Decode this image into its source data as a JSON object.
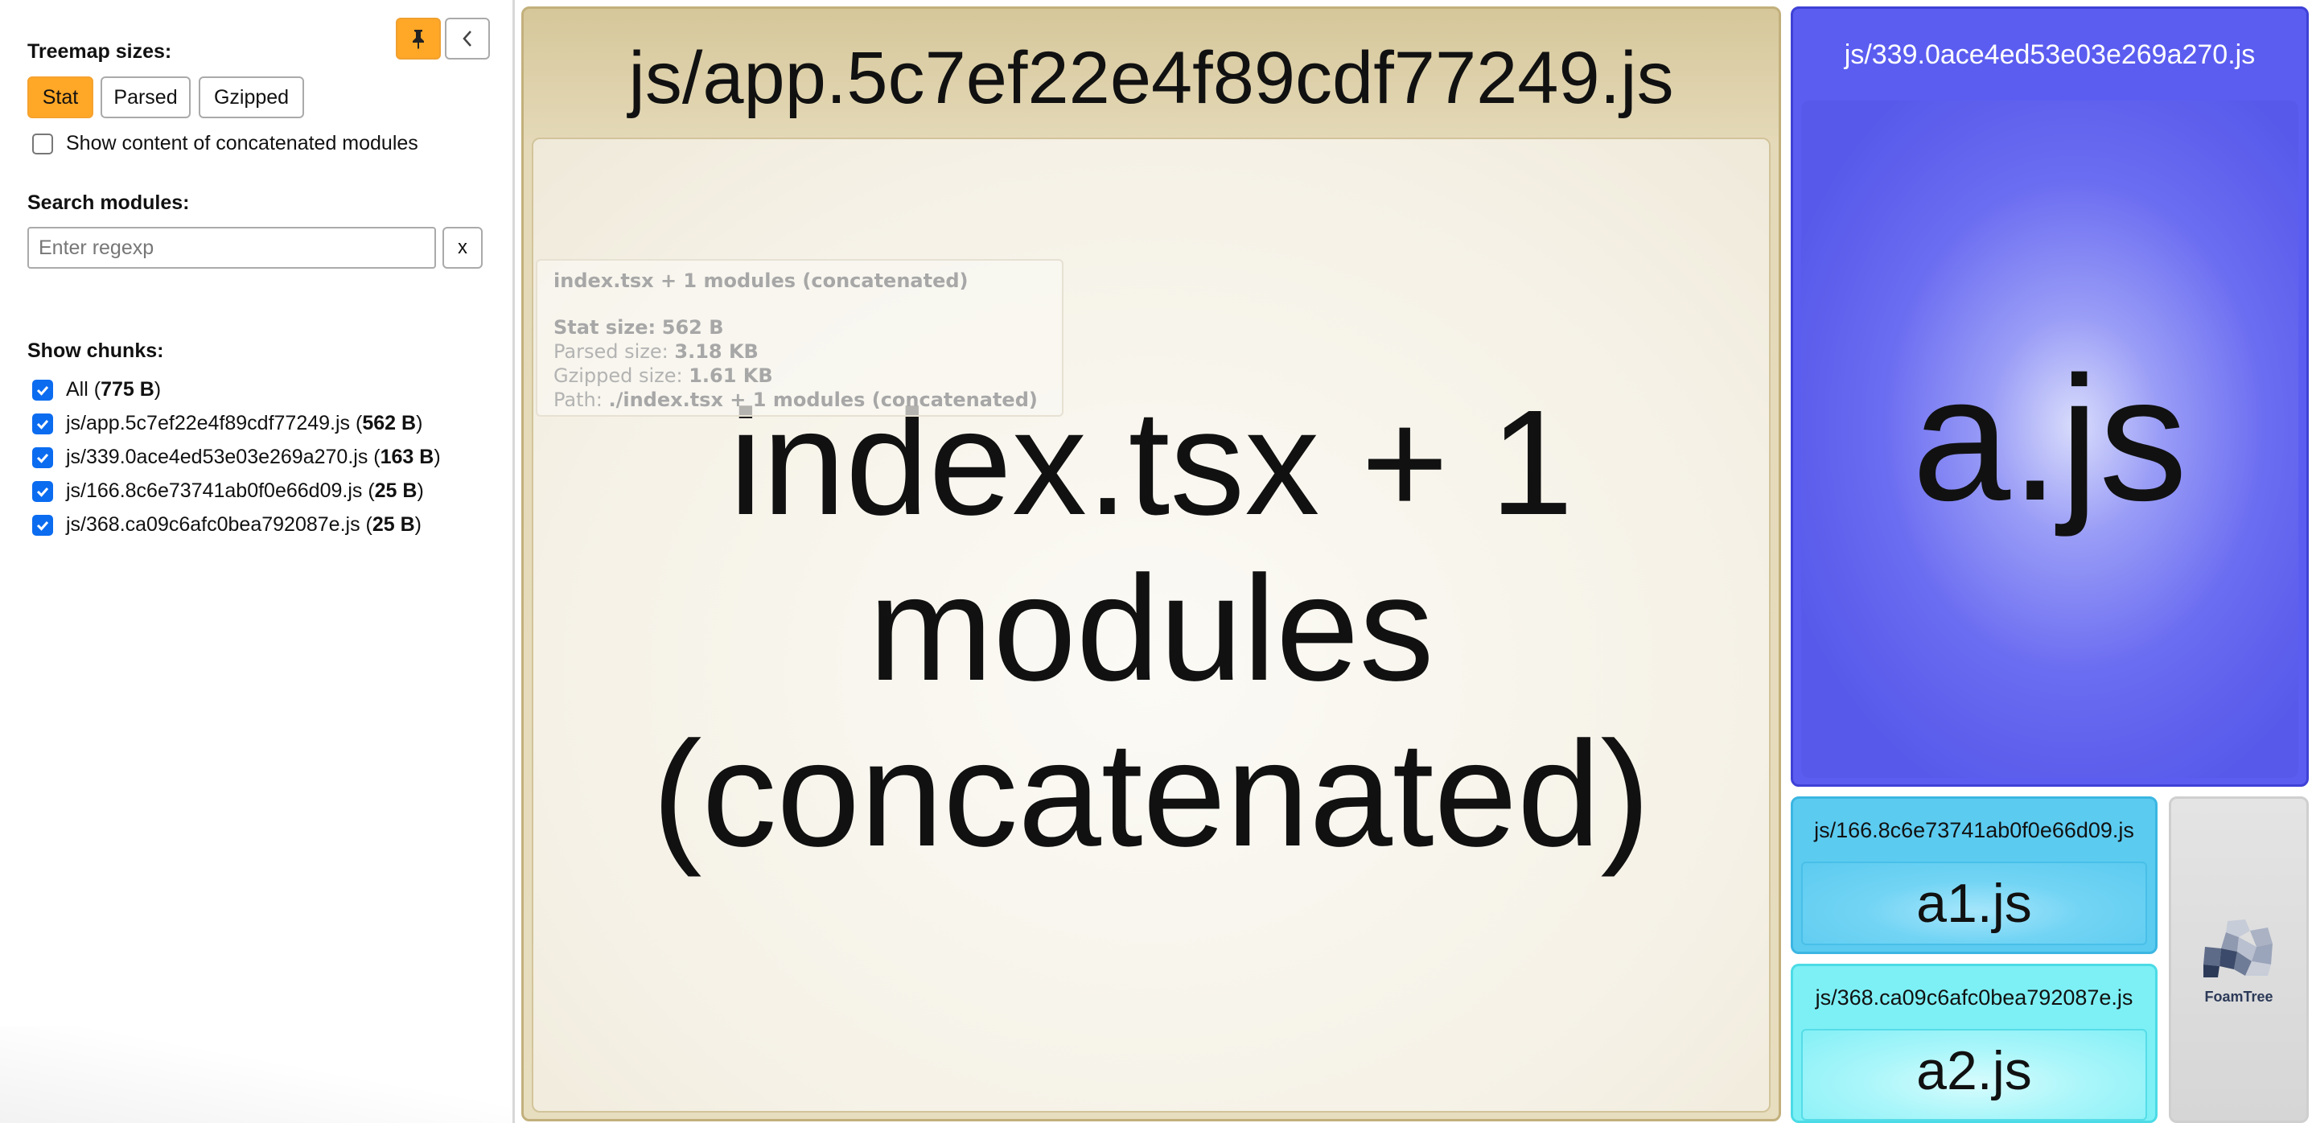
{
  "sidebar": {
    "treemap_sizes_label": "Treemap sizes:",
    "size_buttons": [
      "Stat",
      "Parsed",
      "Gzipped"
    ],
    "active_size": "Stat",
    "concat_label": "Show content of concatenated modules",
    "concat_checked": false,
    "search_label": "Search modules:",
    "search_placeholder": "Enter regexp",
    "search_value": "",
    "clear_label": "x",
    "show_chunks_label": "Show chunks:",
    "chunks": [
      {
        "name": "All",
        "size": "775 B",
        "checked": true
      },
      {
        "name": "js/app.5c7ef22e4f89cdf77249.js",
        "size": "562 B",
        "checked": true
      },
      {
        "name": "js/339.0ace4ed53e03e269a270.js",
        "size": "163 B",
        "checked": true
      },
      {
        "name": "js/166.8c6e73741ab0f0e66d09.js",
        "size": "25 B",
        "checked": true
      },
      {
        "name": "js/368.ca09c6afc0bea792087e.js",
        "size": "25 B",
        "checked": true
      }
    ],
    "pin_icon": "pin-icon",
    "collapse_icon": "chevron-left-icon"
  },
  "treemap": {
    "app_chunk": {
      "title": "js/app.5c7ef22e4f89cdf77249.js",
      "module_lines": [
        "index.tsx + 1",
        "modules",
        "(concatenated)"
      ]
    },
    "chunk339": {
      "title": "js/339.0ace4ed53e03e269a270.js",
      "module": "a.js"
    },
    "chunk166": {
      "title": "js/166.8c6e73741ab0f0e66d09.js",
      "module": "a1.js"
    },
    "chunk368": {
      "title": "js/368.ca09c6afc0bea792087e.js",
      "module": "a2.js"
    },
    "logo_text": "FoamTree"
  },
  "tooltip": {
    "title": "index.tsx + 1 modules (concatenated)",
    "stat_label": "Stat size:",
    "stat_value": "562 B",
    "parsed_label": "Parsed size:",
    "parsed_value": "3.18 KB",
    "gzip_label": "Gzipped size:",
    "gzip_value": "1.61 KB",
    "path_label": "Path:",
    "path_value": "./index.tsx + 1 modules (concatenated)"
  },
  "colors": {
    "accent": "#ffa726",
    "app_chunk": "#ddd0a8",
    "chunk339": "#5b5df0",
    "chunk166": "#5ccbf0",
    "chunk368": "#7df0f5",
    "checkbox": "#0b6cf0"
  }
}
